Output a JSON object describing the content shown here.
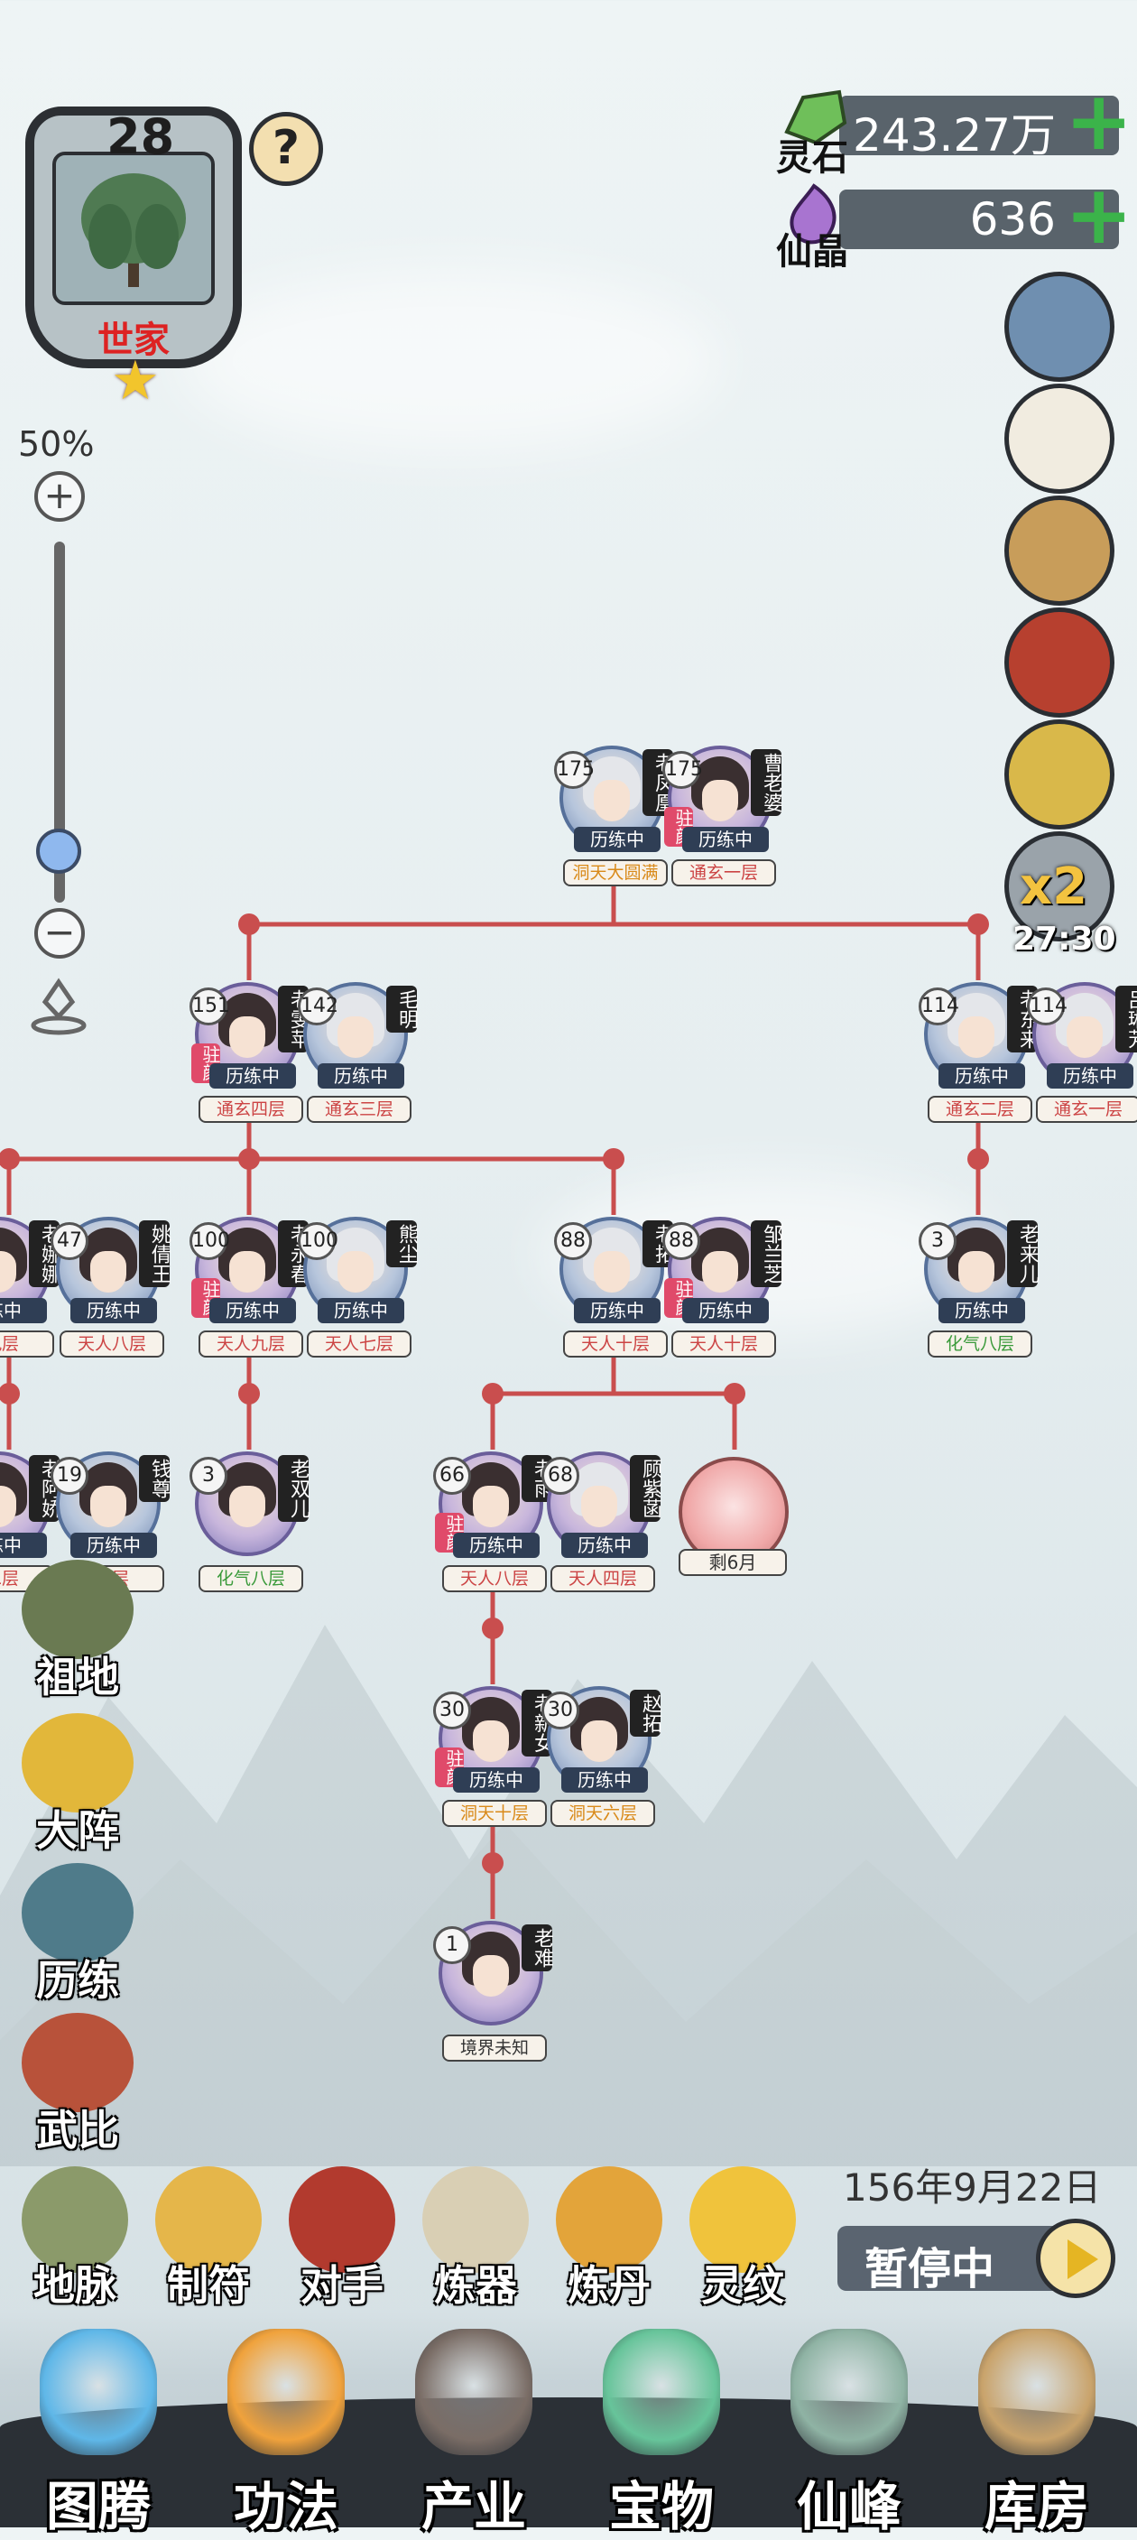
{
  "family": {
    "level": "28",
    "title": "世家",
    "help": "?"
  },
  "zoom": {
    "percent": "50%",
    "plus": "+",
    "minus": "−",
    "level_fraction": 0.1
  },
  "resources": {
    "spirit_stone": {
      "label": "灵石",
      "value": "243.27万"
    },
    "immortal_crystal": {
      "label": "仙晶",
      "value": "636"
    }
  },
  "side_icons": [
    "settings-icon",
    "scroll-letter-icon",
    "rolled-scroll-icon",
    "red-book-icon",
    "plaque-icon",
    "speed-stone-icon"
  ],
  "speed": {
    "multiplier": "x2",
    "timer": "27:30"
  },
  "tree": {
    "members": [
      {
        "age": "175",
        "name": "老凤凰",
        "status": "历练中",
        "realm": "洞天大圆满",
        "realm_color": "gold",
        "pregnant": "",
        "gender": "male",
        "elder": true
      },
      {
        "age": "175",
        "name": "曹老婆",
        "status": "历练中",
        "realm": "通玄一层",
        "realm_color": "red",
        "pregnant": "驻颜",
        "gender": "female",
        "elder": false
      },
      {
        "age": "151",
        "name": "老雯苹",
        "status": "历练中",
        "realm": "通玄四层",
        "realm_color": "red",
        "pregnant": "驻颜",
        "gender": "female",
        "elder": false
      },
      {
        "age": "142",
        "name": "毛明",
        "status": "历练中",
        "realm": "通玄三层",
        "realm_color": "red",
        "pregnant": "",
        "gender": "male",
        "elder": true
      },
      {
        "age": "114",
        "name": "老东来",
        "status": "历练中",
        "realm": "通玄二层",
        "realm_color": "red",
        "pregnant": "",
        "gender": "male",
        "elder": true
      },
      {
        "age": "114",
        "name": "吕琳芳",
        "status": "历练中",
        "realm": "通玄一层",
        "realm_color": "red",
        "pregnant": "",
        "gender": "female",
        "elder": true
      },
      {
        "age": "",
        "name": "老娜娜",
        "status": "练中",
        "realm": "九层",
        "realm_color": "red",
        "pregnant": "",
        "gender": "female",
        "elder": false
      },
      {
        "age": "47",
        "name": "姚倩王",
        "status": "历练中",
        "realm": "天人八层",
        "realm_color": "red",
        "pregnant": "",
        "gender": "male",
        "elder": false
      },
      {
        "age": "100",
        "name": "老永春",
        "status": "历练中",
        "realm": "天人九层",
        "realm_color": "red",
        "pregnant": "驻颜",
        "gender": "female",
        "elder": false
      },
      {
        "age": "100",
        "name": "熊尘",
        "status": "历练中",
        "realm": "天人七层",
        "realm_color": "red",
        "pregnant": "",
        "gender": "male",
        "elder": true
      },
      {
        "age": "88",
        "name": "老拓",
        "status": "历练中",
        "realm": "天人十层",
        "realm_color": "red",
        "pregnant": "",
        "gender": "male",
        "elder": true
      },
      {
        "age": "88",
        "name": "邹兰芝",
        "status": "历练中",
        "realm": "天人十层",
        "realm_color": "red",
        "pregnant": "驻颜",
        "gender": "female",
        "elder": false
      },
      {
        "age": "3",
        "name": "老来儿",
        "status": "历练中",
        "realm": "化气八层",
        "realm_color": "green",
        "pregnant": "",
        "gender": "male",
        "elder": false
      },
      {
        "age": "",
        "name": "老阿娇",
        "status": "练中",
        "realm": "二层",
        "realm_color": "red",
        "pregnant": "",
        "gender": "female",
        "elder": false
      },
      {
        "age": "19",
        "name": "钱尊",
        "status": "历练中",
        "realm": "一层",
        "realm_color": "red",
        "pregnant": "",
        "gender": "male",
        "elder": false
      },
      {
        "age": "3",
        "name": "老双儿",
        "status": "",
        "realm": "化气八层",
        "realm_color": "green",
        "pregnant": "",
        "gender": "female",
        "elder": false
      },
      {
        "age": "66",
        "name": "老雨",
        "status": "历练中",
        "realm": "天人八层",
        "realm_color": "red",
        "pregnant": "驻颜",
        "gender": "female",
        "elder": false
      },
      {
        "age": "68",
        "name": "顾紫菡",
        "status": "历练中",
        "realm": "天人四层",
        "realm_color": "red",
        "pregnant": "",
        "gender": "female",
        "elder": true
      },
      {
        "age": "30",
        "name": "老新女",
        "status": "历练中",
        "realm": "洞天十层",
        "realm_color": "gold",
        "pregnant": "驻颜",
        "gender": "female",
        "elder": false
      },
      {
        "age": "30",
        "name": "赵拓",
        "status": "历练中",
        "realm": "洞天六层",
        "realm_color": "gold",
        "pregnant": "",
        "gender": "male",
        "elder": false
      },
      {
        "age": "1",
        "name": "老难",
        "status": "",
        "realm": "境界未知",
        "realm_color": "dark",
        "pregnant": "",
        "gender": "female",
        "elder": false
      }
    ],
    "embryo": {
      "label": "剩6月"
    }
  },
  "left_menu": [
    {
      "label": "祖地",
      "icon": "ancestor-statue-icon"
    },
    {
      "label": "大阵",
      "icon": "yin-yang-icon"
    },
    {
      "label": "历练",
      "icon": "gate-icon"
    },
    {
      "label": "武比",
      "icon": "crossed-swords-icon"
    }
  ],
  "tools": [
    {
      "label": "地脉",
      "icon": "earth-vein-icon"
    },
    {
      "label": "制符",
      "icon": "talisman-icon"
    },
    {
      "label": "对手",
      "icon": "rival-temple-icon"
    },
    {
      "label": "炼器",
      "icon": "forge-scroll-icon"
    },
    {
      "label": "炼丹",
      "icon": "cauldron-icon"
    },
    {
      "label": "灵纹",
      "icon": "spiral-rune-icon"
    }
  ],
  "game_date": "156年9月22日",
  "pause": {
    "label": "暂停中"
  },
  "bottom_nav": [
    {
      "label": "图腾",
      "icon": "totem-icon",
      "color": "#5fb7e8"
    },
    {
      "label": "功法",
      "icon": "technique-icon",
      "color": "#f0a23c"
    },
    {
      "label": "产业",
      "icon": "industry-mountain-icon",
      "color": "#7a6d66"
    },
    {
      "label": "宝物",
      "icon": "treasure-icon",
      "color": "#67c49a"
    },
    {
      "label": "仙峰",
      "icon": "peak-icon",
      "color": "#8fb3a4"
    },
    {
      "label": "库房",
      "icon": "storehouse-bag-icon",
      "color": "#c9a36b"
    }
  ]
}
